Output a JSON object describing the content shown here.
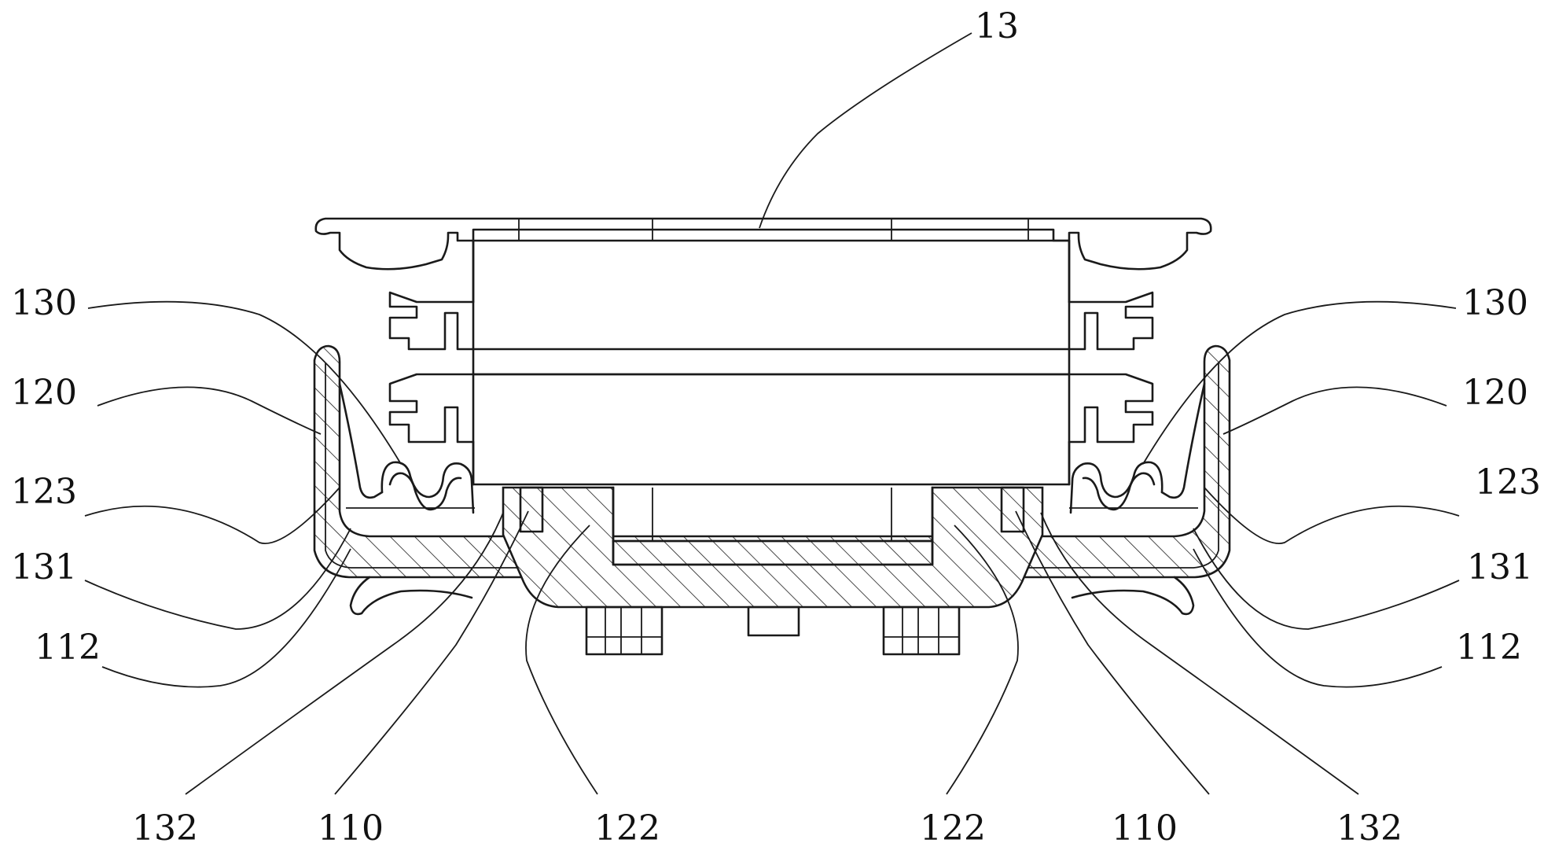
{
  "labels": {
    "top": "13",
    "left_130": "130",
    "left_120": "120",
    "left_123": "123",
    "left_131": "131",
    "left_112": "112",
    "right_130": "130",
    "right_120": "120",
    "right_123": "123",
    "right_131": "131",
    "right_112": "112",
    "bottom_132_left": "132",
    "bottom_110_left": "110",
    "bottom_122_left": "122",
    "bottom_122_right": "122",
    "bottom_110_right": "110",
    "bottom_132_right": "132"
  }
}
